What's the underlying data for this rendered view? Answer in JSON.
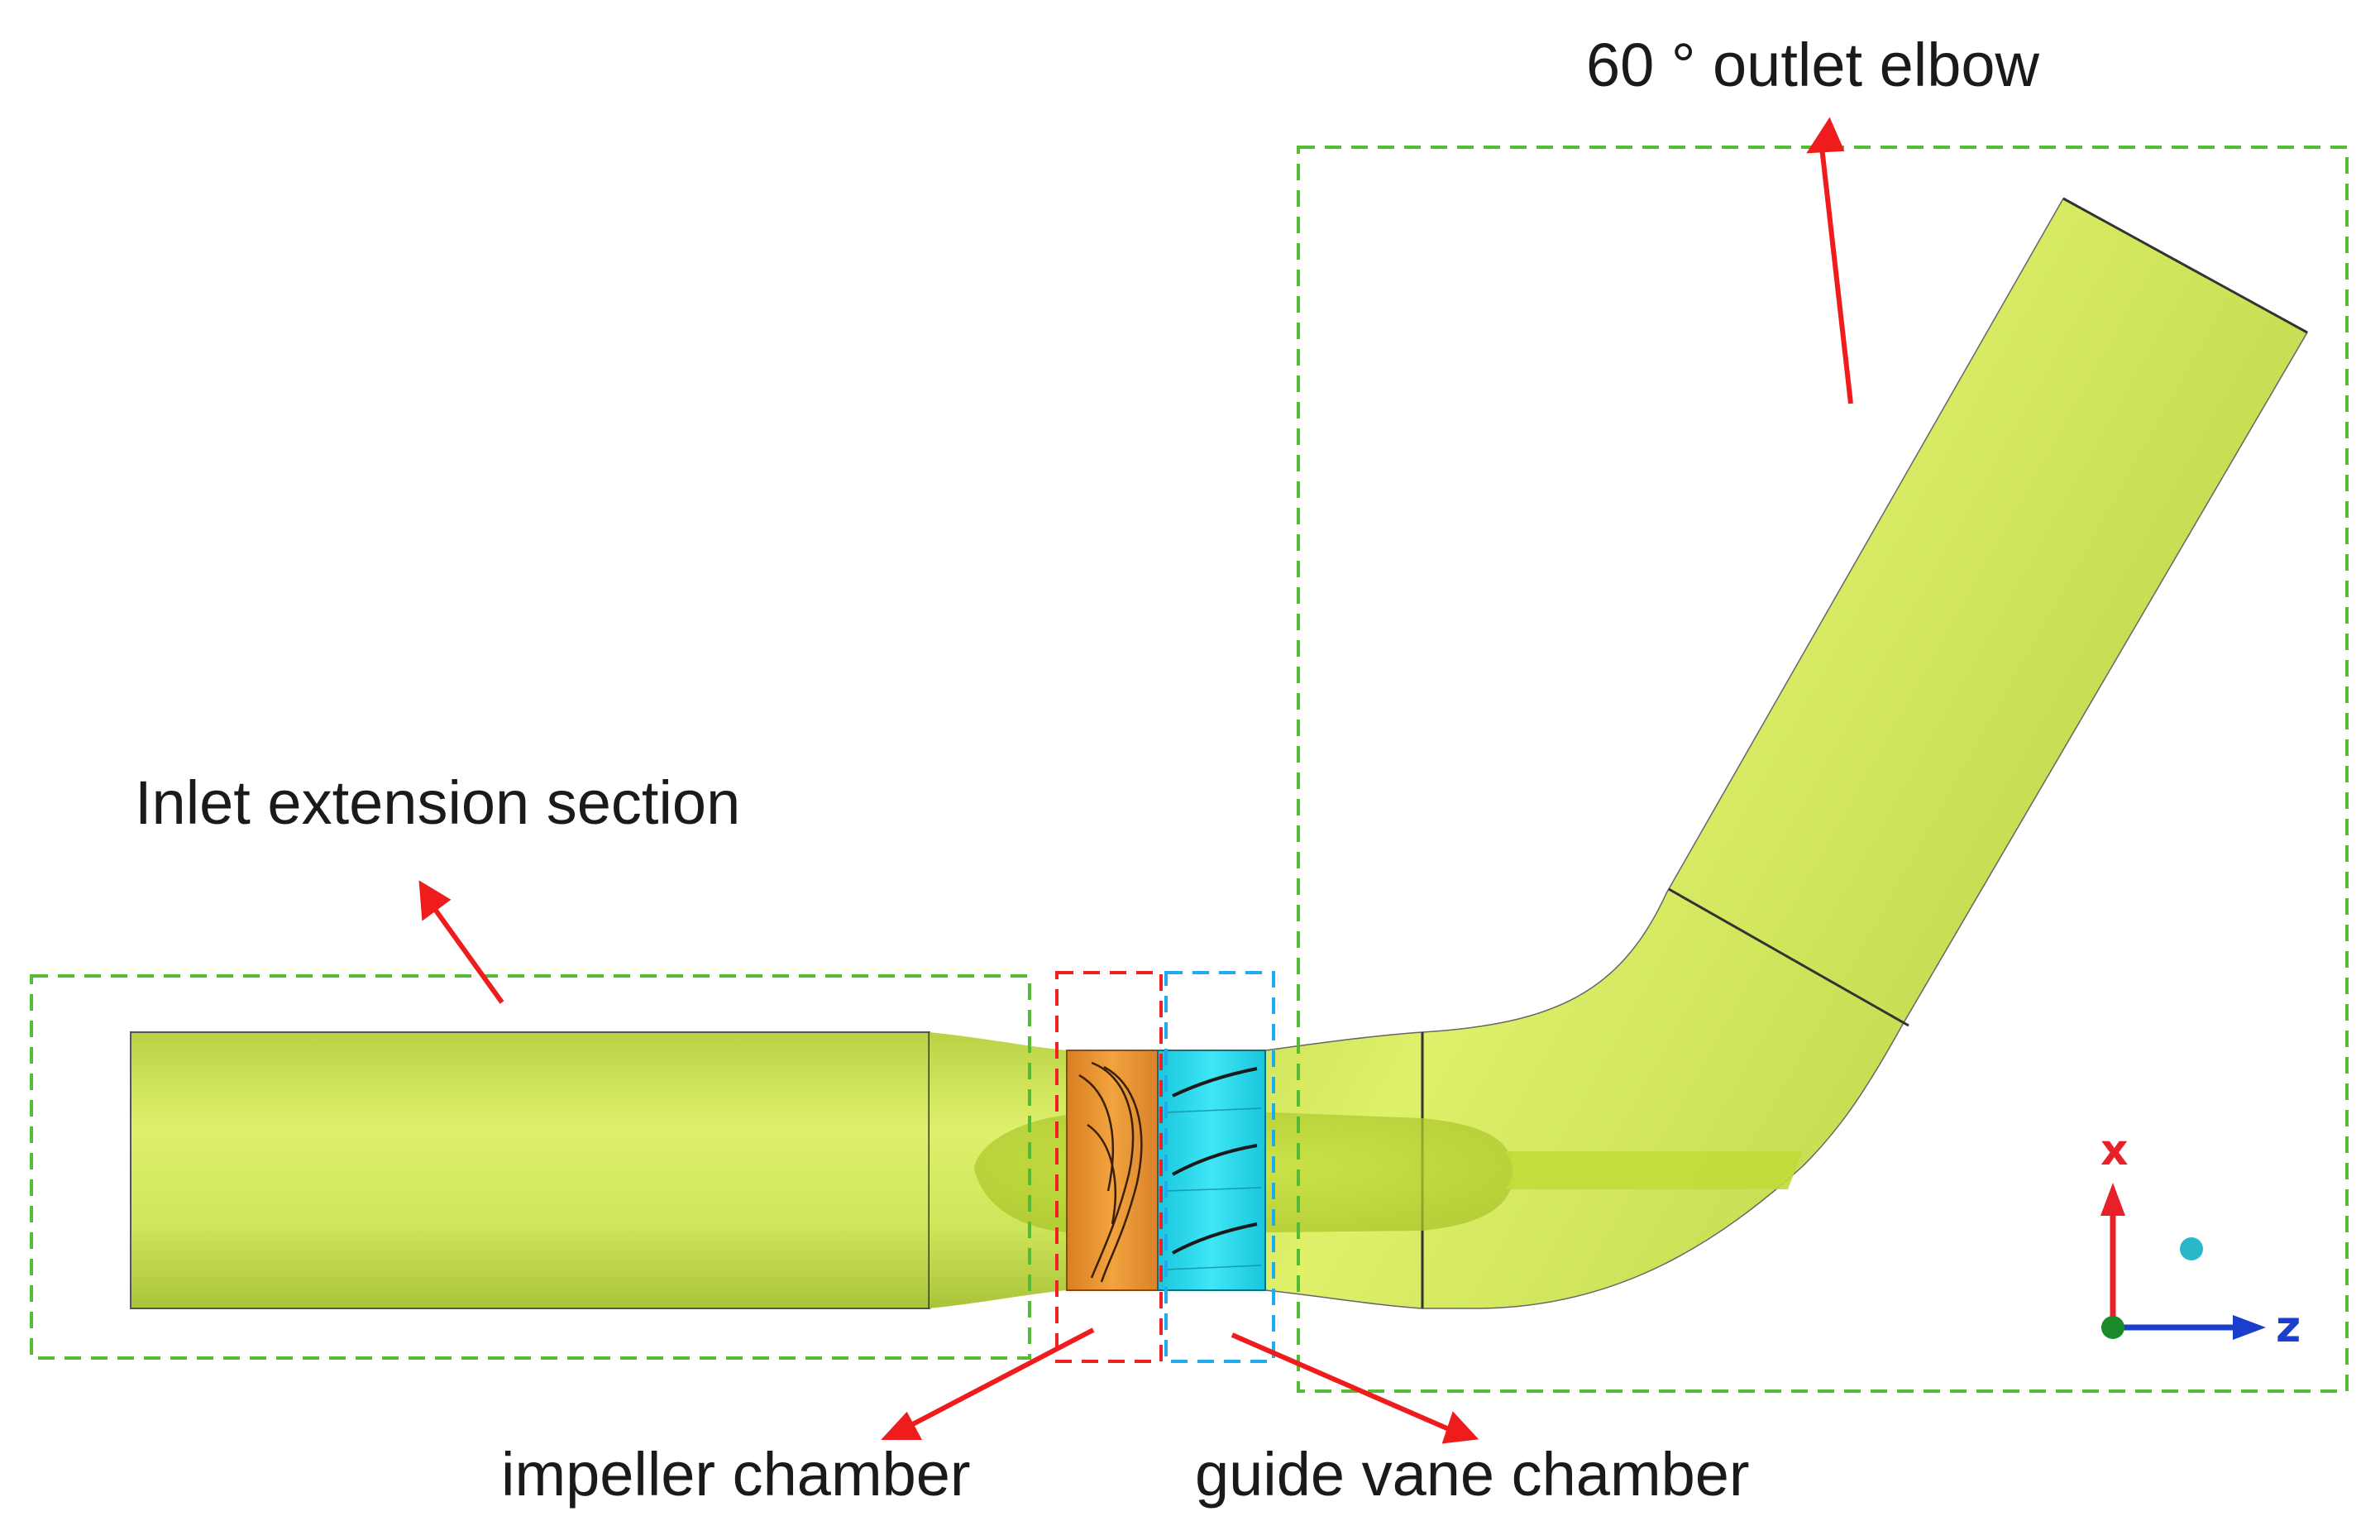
{
  "labels": {
    "outlet_elbow": "60 ° outlet elbow",
    "inlet_section": "Inlet extension section",
    "impeller_chamber": "impeller chamber",
    "guide_vane_chamber": "guide vane chamber"
  },
  "axes": {
    "x_label": "x",
    "z_label": "z"
  },
  "colors": {
    "pipe": "#cfe65a",
    "impeller": "#e8922e",
    "guide_vane": "#24d8ec",
    "arrow": "#ee1c1c",
    "box_green": "#55bb33",
    "box_red": "#ee2222",
    "box_blue": "#22aaee",
    "axis_x": "#e8202a",
    "axis_z": "#1a3fcc",
    "axis_y": "#2ab8c8"
  }
}
